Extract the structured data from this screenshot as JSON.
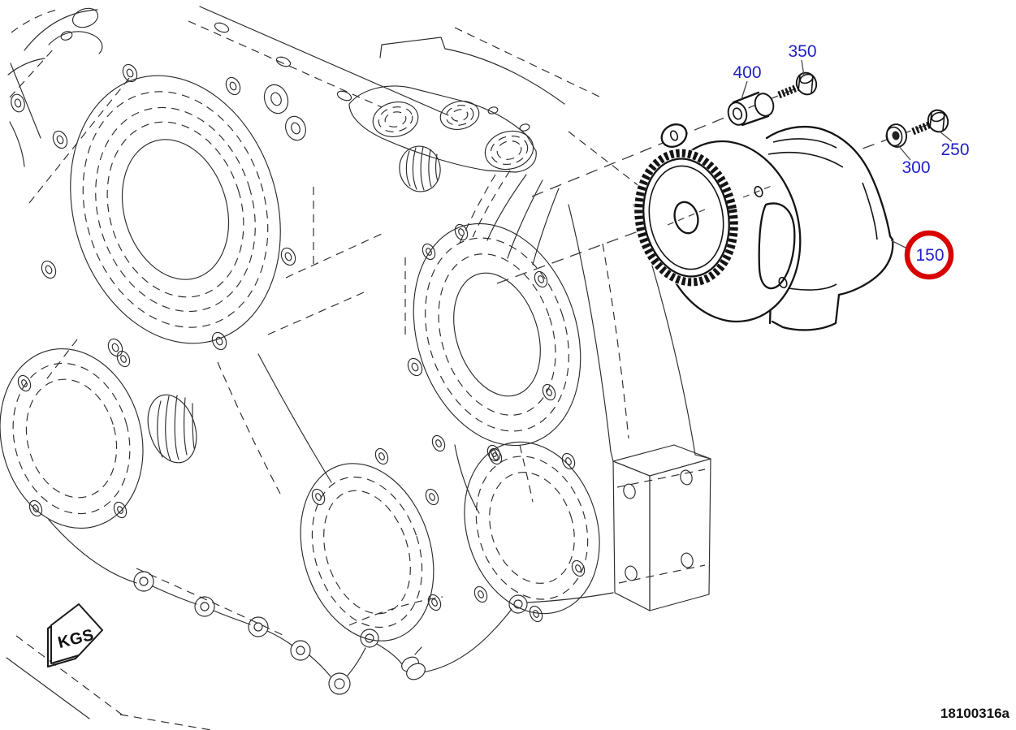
{
  "figure": {
    "background": "#ffffff",
    "ink_color": "#2b2b2b",
    "callouts": {
      "c400": {
        "label": "400"
      },
      "c350": {
        "label": "350"
      },
      "c300": {
        "label": "300"
      },
      "c250": {
        "label": "250"
      },
      "c150": {
        "label": "150",
        "highlighted": true
      }
    },
    "direction_stamp": {
      "label": "KGS"
    },
    "footer": {
      "drawing_number": "18100316a"
    },
    "colors": {
      "callout_text": "#1f1fc8",
      "highlight_ring": "#d80000"
    }
  }
}
